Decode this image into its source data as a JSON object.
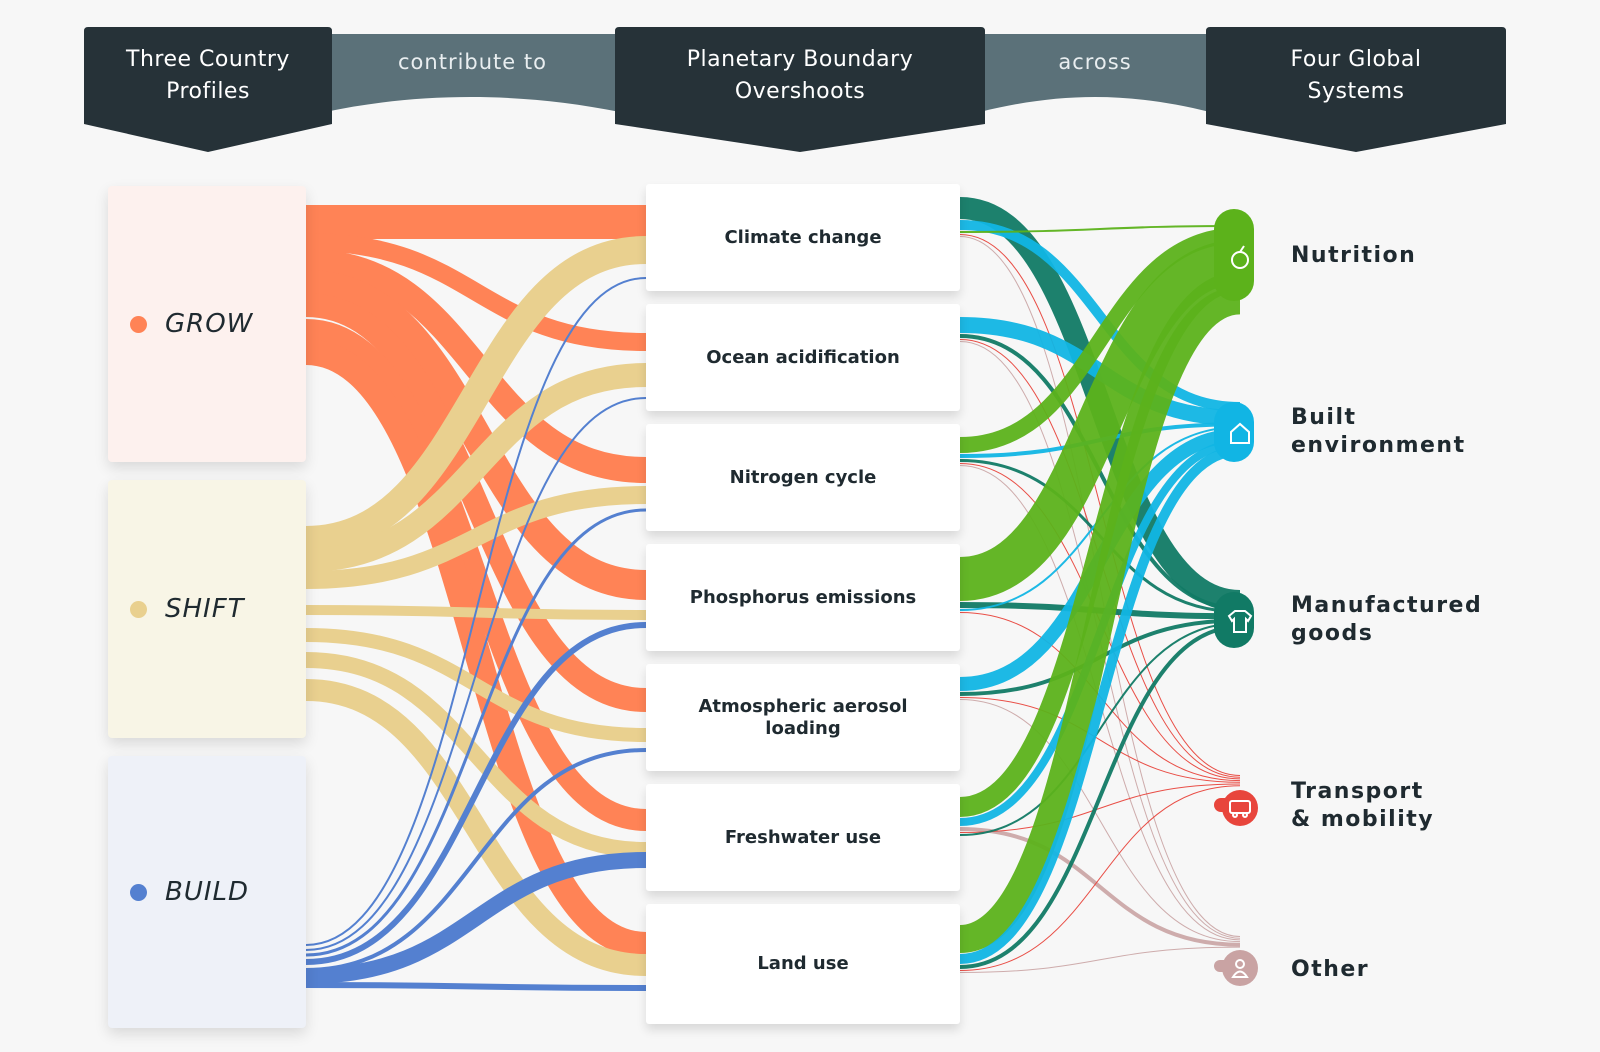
{
  "header": {
    "col1": "Three Country\nProfiles",
    "conn1": "contribute to",
    "col2": "Planetary Boundary\nOvershoots",
    "conn2": "across",
    "col3": "Four Global\nSystems"
  },
  "profiles": [
    {
      "id": "grow",
      "label": "GROW",
      "color": "#ff8356",
      "bg": "#fdf1ee"
    },
    {
      "id": "shift",
      "label": "SHIFT",
      "color": "#e9d08f",
      "bg": "#f8f5e6"
    },
    {
      "id": "build",
      "label": "BUILD",
      "color": "#5480d0",
      "bg": "#eef1f8"
    }
  ],
  "boundaries": [
    "Climate change",
    "Ocean acidification",
    "Nitrogen cycle",
    "Phosphorus emissions",
    "Atmospheric aerosol loading",
    "Freshwater use",
    "Land use"
  ],
  "systems": [
    {
      "id": "nutrition",
      "label": "Nutrition",
      "color": "#5cb21b",
      "icon": "apple-icon"
    },
    {
      "id": "built",
      "label": "Built\nenvironment",
      "color": "#11b5e4",
      "icon": "house-icon"
    },
    {
      "id": "manufactured",
      "label": "Manufactured\ngoods",
      "color": "#117a65",
      "icon": "tshirt-icon"
    },
    {
      "id": "transport",
      "label": "Transport\n& mobility",
      "color": "#e8453c",
      "icon": "truck-icon"
    },
    {
      "id": "other",
      "label": "Other",
      "color": "#c9a3a3",
      "icon": "person-icon"
    }
  ],
  "colors": {
    "header_dark": "#263238",
    "header_connector": "#5b7179",
    "background": "#f7f7f7"
  }
}
